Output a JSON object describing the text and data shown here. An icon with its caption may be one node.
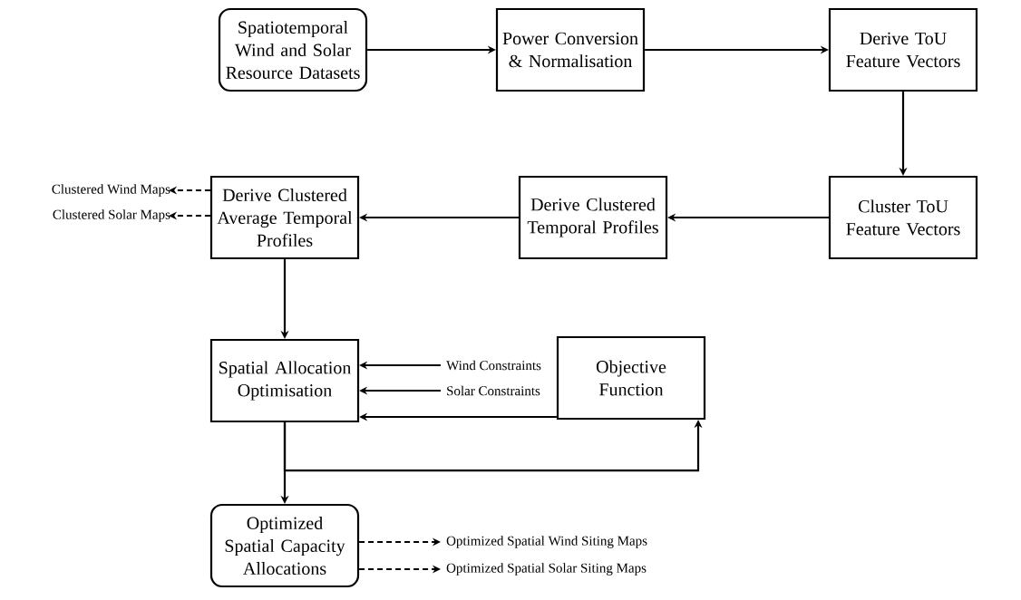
{
  "diagram": {
    "nodes": [
      {
        "text": [
          "Spatiotemporal Wind and Solar Resource Datasets"
        ]
      },
      {
        "text": [
          "Power Conversion & Normalisation"
        ]
      },
      {
        "text": [
          "Derive ToU Feature Vectors"
        ]
      },
      {
        "text": [
          "Cluster ToU Feature Vectors"
        ]
      },
      {
        "text": [
          "Derive Clustered Temporal Profiles"
        ]
      },
      {
        "text": [
          "Derive Clustered Average Temporal Profiles"
        ]
      },
      {
        "text": [
          "Clustered Wind Maps"
        ]
      },
      {
        "text": [
          "Clustered Solar Maps"
        ]
      },
      {
        "text": [
          "Spatial Allocation Optimisation"
        ]
      },
      {
        "text": [
          "Wind Constraints"
        ]
      },
      {
        "text": [
          "Solar Constraints"
        ]
      },
      {
        "text": [
          "Objective Function"
        ]
      },
      {
        "text": [
          "Optimized Spatial Capacity Allocations"
        ]
      },
      {
        "text": [
          "Optimized Spatial Wind Siting Maps"
        ]
      },
      {
        "text": [
          "Optimized Spatial Solar Siting Maps"
        ]
      }
    ],
    "edges": [
      {
        "from": 0,
        "to": 1,
        "arrow": "to"
      },
      {
        "from": 1,
        "to": 2,
        "arrow": "to"
      },
      {
        "from": 2,
        "to": 3,
        "arrow": "to"
      },
      {
        "from": 3,
        "to": 4,
        "arrow": "to"
      },
      {
        "from": 4,
        "to": 5,
        "arrow": "to"
      },
      {
        "from": 5,
        "to": 6,
        "arrow": "to",
        "style": "dashed"
      },
      {
        "from": 5,
        "to": 7,
        "arrow": "to",
        "style": "dashed"
      },
      {
        "from": 5,
        "to": 8,
        "arrow": "to"
      },
      {
        "from": 9,
        "to": 8,
        "arrow": "to"
      },
      {
        "from": 10,
        "to": 8,
        "arrow": "to"
      },
      {
        "from": 11,
        "to": 8,
        "arrow": "to"
      },
      {
        "from": 8,
        "to": 12,
        "arrow": "to"
      },
      {
        "from": 8,
        "to": 11,
        "arrow": "to"
      },
      {
        "from": 12,
        "to": 13,
        "arrow": "to",
        "style": "dashed"
      },
      {
        "from": 12,
        "to": 14,
        "arrow": "to",
        "style": "dashed"
      }
    ]
  }
}
